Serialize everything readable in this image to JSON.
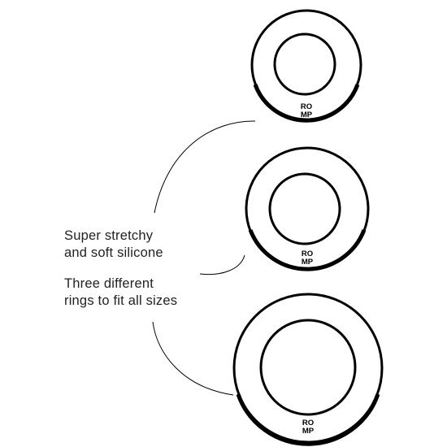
{
  "features": [
    {
      "line1": "Super stretchy",
      "line2": "and soft silicone"
    },
    {
      "line1": "Three different",
      "line2": "rings to fit all sizes"
    }
  ],
  "brand": {
    "line1": "RO",
    "line2": "MP"
  },
  "colors": {
    "ink": "#000000",
    "text": "#222222",
    "background": "#ffffff"
  },
  "rings": [
    {
      "size": "small",
      "name": "ring-small"
    },
    {
      "size": "medium",
      "name": "ring-medium"
    },
    {
      "size": "large",
      "name": "ring-large"
    }
  ]
}
